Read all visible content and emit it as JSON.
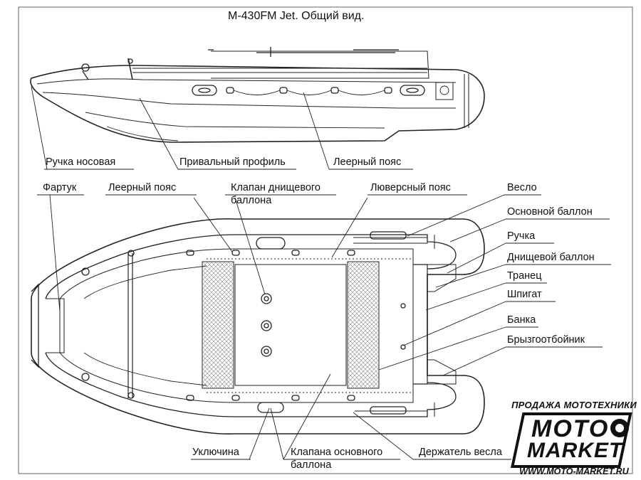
{
  "title": "M-430FM Jet. Общий вид.",
  "labels": {
    "bow_handle": "Ручка носовая",
    "mooring_profile": "Привальный профиль",
    "lifeline_side": "Леерный пояс",
    "apron": "Фартук",
    "lifeline_top": "Леерный пояс",
    "keel_valve_line1": "Клапан днищевого",
    "keel_valve_line2": "баллона",
    "grommet_belt": "Люверсный пояс",
    "oar": "Весло",
    "main_tube": "Основной баллон",
    "handle": "Ручка",
    "keel_tube": "Днищевой баллон",
    "transom": "Транец",
    "drain": "Шпигат",
    "bench": "Банка",
    "splash_guard": "Брызгоотбойник",
    "oarlock": "Уключина",
    "main_valves_line1": "Клапана основного",
    "main_valves_line2": "баллона",
    "oar_holder": "Держатель весла"
  },
  "logo": {
    "top_text": "ПРОДАЖА МОТОТЕХНИКИ",
    "line1": "MOTO",
    "line2": "MARKET",
    "bottom_text": "WWW.MOTO-MARKET.RU"
  }
}
